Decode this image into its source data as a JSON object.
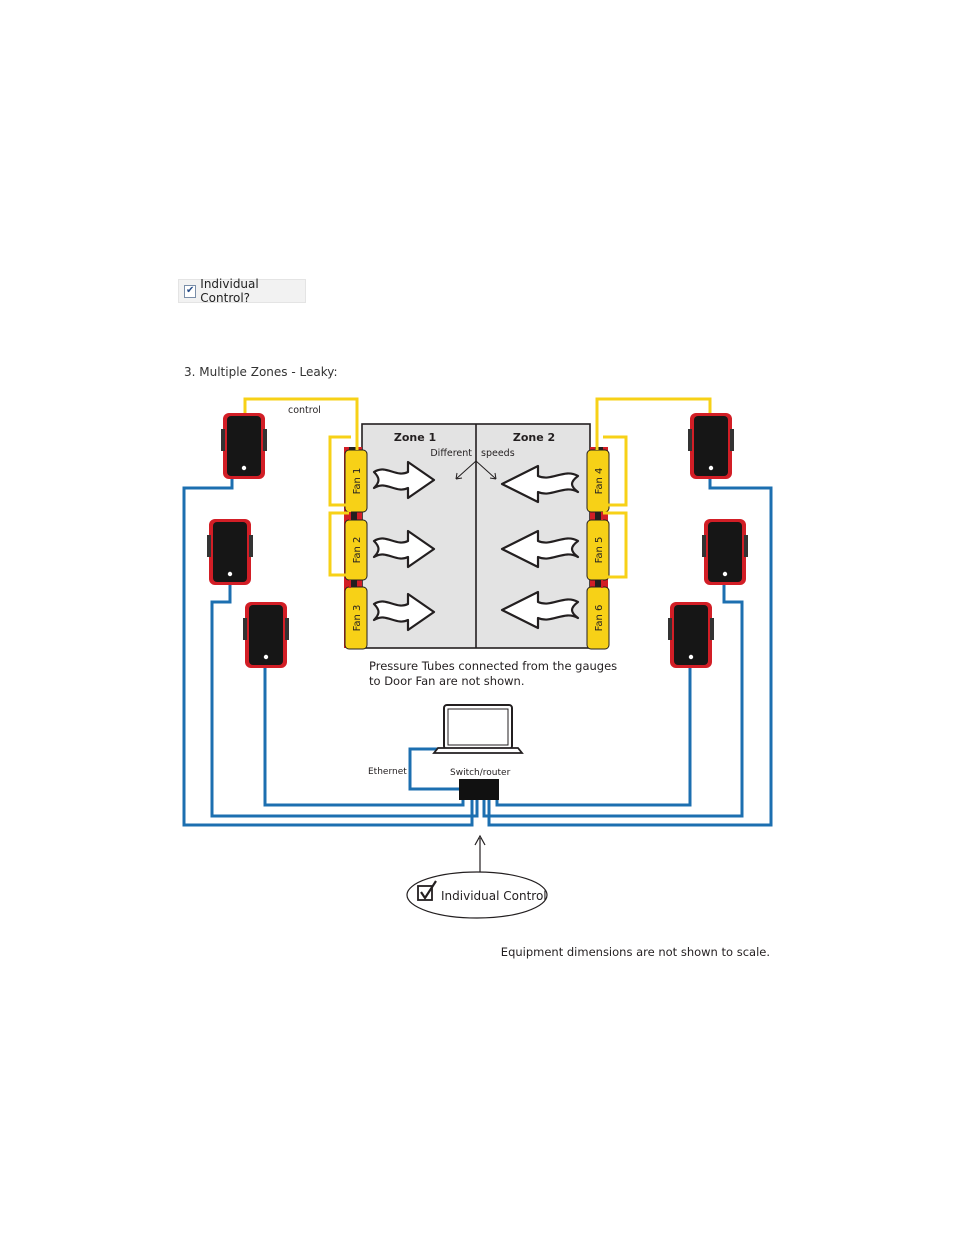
{
  "checkbox": {
    "label": "Individual Control?",
    "checked": true
  },
  "section_heading": "3. Multiple Zones - Leaky:",
  "diagram": {
    "control_label": "control",
    "zone1": "Zone 1",
    "zone2": "Zone 2",
    "different_label": "Different",
    "speeds_label": "speeds",
    "fans": [
      "Fan 1",
      "Fan 2",
      "Fan 3",
      "Fan 4",
      "Fan 5",
      "Fan 6"
    ],
    "note_line1": "Pressure Tubes connected from the gauges",
    "note_line2": "to Door Fan are not shown.",
    "ethernet_label": "Ethernet",
    "switch_label": "Switch/router",
    "individual_control_label": "Individual Control",
    "scale_note": "Equipment dimensions are not shown to scale.",
    "colors": {
      "cable": "#1c6fb0",
      "yellow": "#f7d117",
      "red": "#d21e26",
      "zone_fill": "#e3e3e3"
    }
  }
}
